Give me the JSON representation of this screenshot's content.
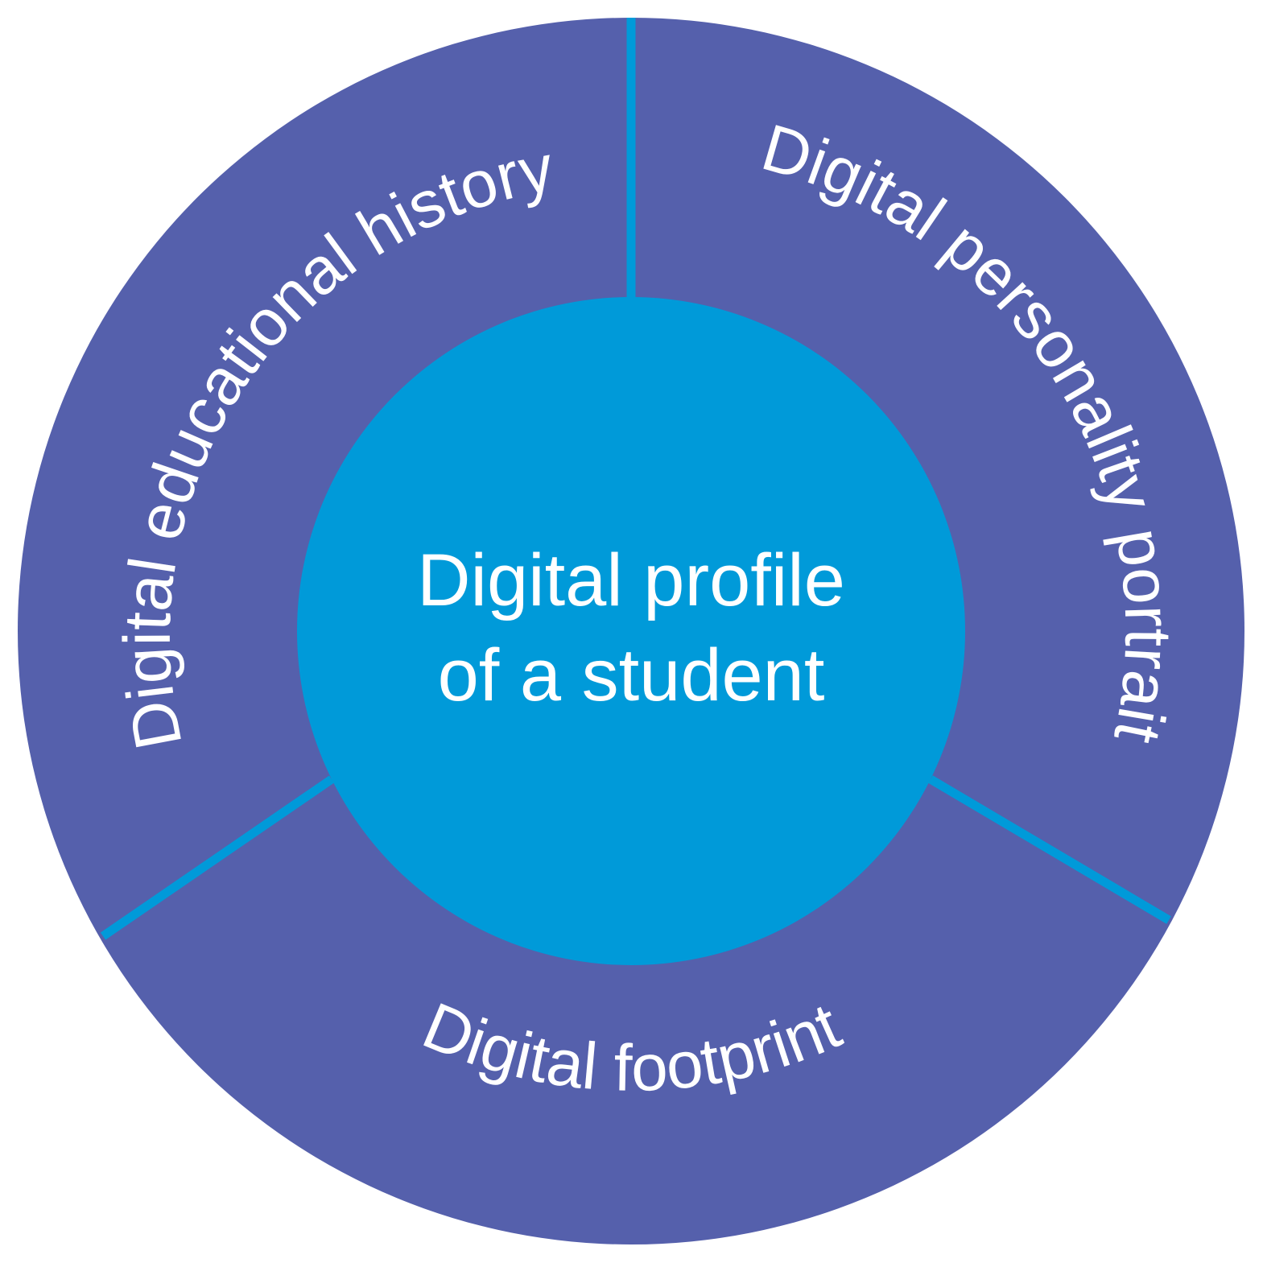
{
  "center": {
    "line1": "Digital profile",
    "line2": "of a student"
  },
  "segments": [
    {
      "label": "Digital educational history"
    },
    {
      "label": "Digital personality portrait"
    },
    {
      "label": "Digital footprint"
    }
  ],
  "colors": {
    "outer_ring": "#5560ac",
    "center_circle": "#009ad9",
    "dividers": "#009ad9",
    "text": "#ffffff",
    "background": "#ffffff"
  }
}
